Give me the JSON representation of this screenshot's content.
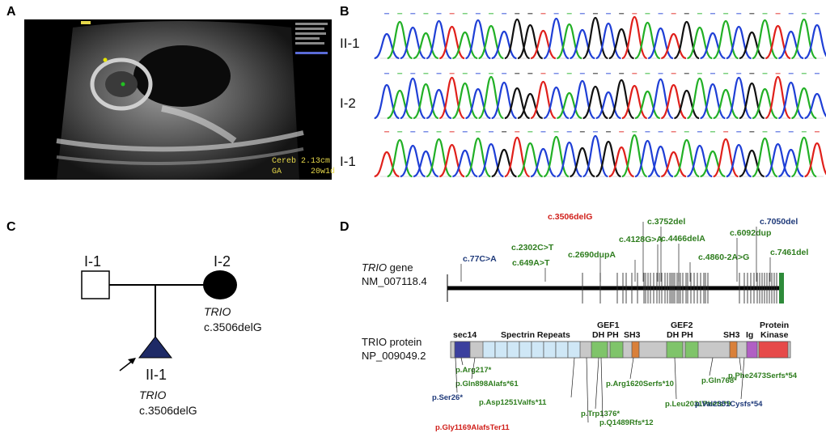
{
  "panels": {
    "a": "A",
    "b": "B",
    "c": "C",
    "d": "D"
  },
  "ultrasound": {
    "measure_line1": "Cereb 2.13cm",
    "measure_line2": "GA      20w1d"
  },
  "chromatograms": [
    {
      "label": "II-1"
    },
    {
      "label": "I-2"
    },
    {
      "label": "I-1"
    }
  ],
  "pedigree": {
    "father": "I-1",
    "mother": "I-2",
    "proband": "II-1",
    "mother_gene": "TRIO",
    "mother_variant": "c.3506delG",
    "proband_gene": "TRIO",
    "proband_variant": "c.3506delG"
  },
  "gene": {
    "title_italic": "TRIO",
    "title_rest": " gene",
    "accession": "NM_007118.4",
    "variants": [
      {
        "text": "c.77C>A",
        "color": "#1f3a7a"
      },
      {
        "text": "c.649A>T",
        "color": "#2e7d1e"
      },
      {
        "text": "c.2302C>T",
        "color": "#2e7d1e"
      },
      {
        "text": "c.2690dupA",
        "color": "#2e7d1e"
      },
      {
        "text": "c.3506delG",
        "color": "#d0201b"
      },
      {
        "text": "c.3752del",
        "color": "#2e7d1e"
      },
      {
        "text": "c.4128G>A",
        "color": "#2e7d1e"
      },
      {
        "text": "c.4466delA",
        "color": "#2e7d1e"
      },
      {
        "text": "c.4860-2A>G",
        "color": "#2e7d1e"
      },
      {
        "text": "c.6092dup",
        "color": "#2e7d1e"
      },
      {
        "text": "c.7050del",
        "color": "#1f3a7a"
      },
      {
        "text": "c.7461del",
        "color": "#2e7d1e"
      }
    ]
  },
  "protein": {
    "title": "TRIO protein",
    "accession": "NP_009049.2",
    "domains": {
      "sec14": "sec14",
      "spectrin": "Spectrin Repeats",
      "gef1": "GEF1",
      "gef1_sub": "DH  PH",
      "sh3a": "SH3",
      "gef2": "GEF2",
      "gef2_sub": "DH  PH",
      "sh3b": "SH3",
      "ig": "Ig",
      "kinase1": "Protein",
      "kinase2": "Kinase"
    },
    "variants": [
      {
        "text": "p.Arg217*",
        "color": "#2e7d1e"
      },
      {
        "text": "p.Gln898Alafs*61",
        "color": "#2e7d1e"
      },
      {
        "text": "p.Ser26*",
        "color": "#1f3a7a"
      },
      {
        "text": "p.Asp1251Valfs*11",
        "color": "#2e7d1e"
      },
      {
        "text": "p.Gly1169AlafsTer11",
        "color": "#d0201b"
      },
      {
        "text": "p.Trp1376*",
        "color": "#2e7d1e"
      },
      {
        "text": "p.Q1489Rfs*12",
        "color": "#2e7d1e"
      },
      {
        "text": "p.Arg1620Serfs*10",
        "color": "#2e7d1e"
      },
      {
        "text": "p.Leu2031Phefs*9",
        "color": "#2e7d1e"
      },
      {
        "text": "p.Gln768*",
        "color": "#2e7d1e"
      },
      {
        "text": "p.Phe2473Serfs*54",
        "color": "#2e7d1e"
      },
      {
        "text": "p.Val2351Cysfs*54",
        "color": "#1f3a7a"
      }
    ]
  },
  "colors": {
    "trace_blue": "#1f3fd6",
    "trace_green": "#22b026",
    "trace_red": "#e0201b",
    "trace_black": "#111111",
    "domain_sec14": "#3b3f9e",
    "domain_spectrin": "#cfe7f6",
    "domain_gef": "#7fc46a",
    "domain_sh3": "#d9803a",
    "domain_ig": "#b15fc4",
    "domain_kinase": "#e64a4a"
  }
}
